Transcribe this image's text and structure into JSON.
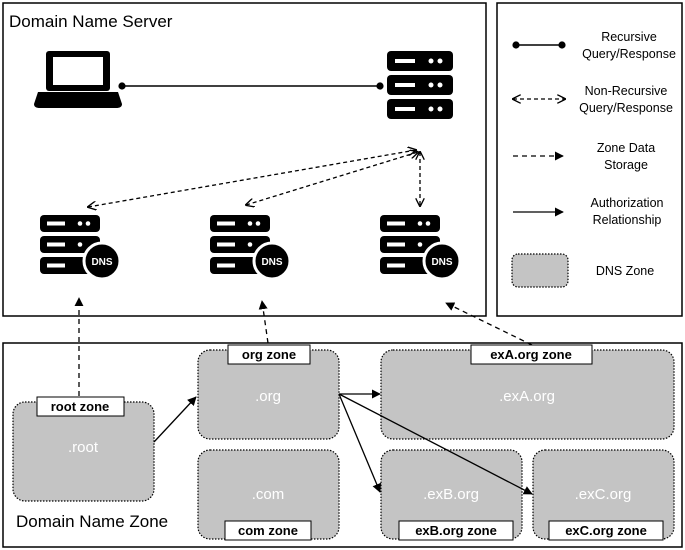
{
  "server_panel": {
    "title": "Domain Name Server"
  },
  "zone_panel": {
    "title": "Domain Name Zone"
  },
  "legend": [
    {
      "line1": "Recursive",
      "line2": "Query/Response"
    },
    {
      "line1": "Non-Recursive",
      "line2": "Query/Response"
    },
    {
      "line1": "Zone Data",
      "line2": "Storage"
    },
    {
      "line1": "Authorization",
      "line2": "Relationship"
    },
    {
      "line1": "DNS Zone",
      "line2": ""
    }
  ],
  "dns_badge": "DNS",
  "zones": {
    "root": {
      "name": ".root",
      "tag": "root zone"
    },
    "org": {
      "name": ".org",
      "tag": "org zone"
    },
    "com": {
      "name": ".com",
      "tag": "com zone"
    },
    "exA": {
      "name": ".exA.org",
      "tag": "exA.org zone"
    },
    "exB": {
      "name": ".exB.org",
      "tag": "exB.org zone"
    },
    "exC": {
      "name": ".exC.org",
      "tag": "exC.org zone"
    }
  },
  "colors": {
    "zone_fill": "#c4c4c4",
    "stroke": "#000000",
    "icon": "#000000"
  }
}
